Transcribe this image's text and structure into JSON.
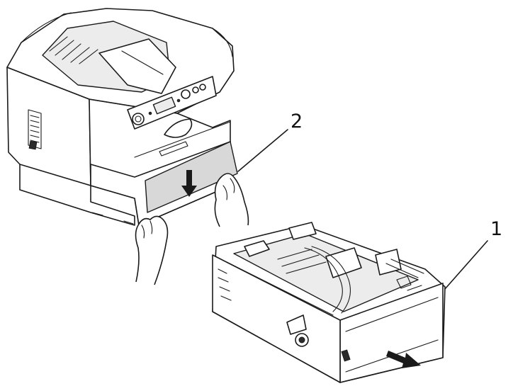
{
  "callouts": [
    {
      "id": "1",
      "label": "1"
    },
    {
      "id": "2",
      "label": "2"
    }
  ],
  "colors": {
    "line": "#1a1a1a",
    "paper": "#d8d8d8",
    "background": "#ffffff"
  },
  "icons": [
    "printer-illustration",
    "paper-tray-illustration",
    "pull-arrow-icon",
    "down-arrow-icon"
  ]
}
